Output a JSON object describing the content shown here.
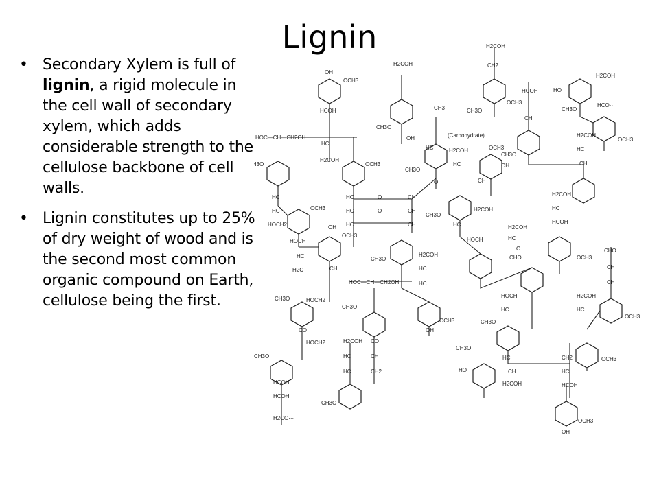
{
  "slide": {
    "title": "Lignin",
    "bullets": [
      {
        "text_before": "Secondary Xylem is full of ",
        "bold": "lignin",
        "text_after": ", a rigid molecule in the cell wall of secondary xylem, which adds considerable strength to the cellulose backbone of cell walls."
      },
      {
        "text": "Lignin constitutes up to 25% of dry weight of wood and is the second most common organic compound on Earth, cellulose being the first."
      }
    ]
  },
  "structure_labels": {
    "h2coh": "H2COH",
    "oh": "OH",
    "och3": "OCH3",
    "ch3o": "CH3O",
    "hc": "HC",
    "ch": "CH",
    "hcoh": "HCOH",
    "hoch": "HOCH",
    "hoc_ch_ch2oh": "HOC—CH—CH2OH",
    "carbohydrate": "(Carbohydrate)",
    "o": "O",
    "co": "CO",
    "cho": "CHO",
    "ho": "HO",
    "hoch2": "HOCH2",
    "ch2": "CH2",
    "h2c": "H2C",
    "hco": "HCO···",
    "h2co": "H2CO···",
    "ch3": "CH3"
  }
}
